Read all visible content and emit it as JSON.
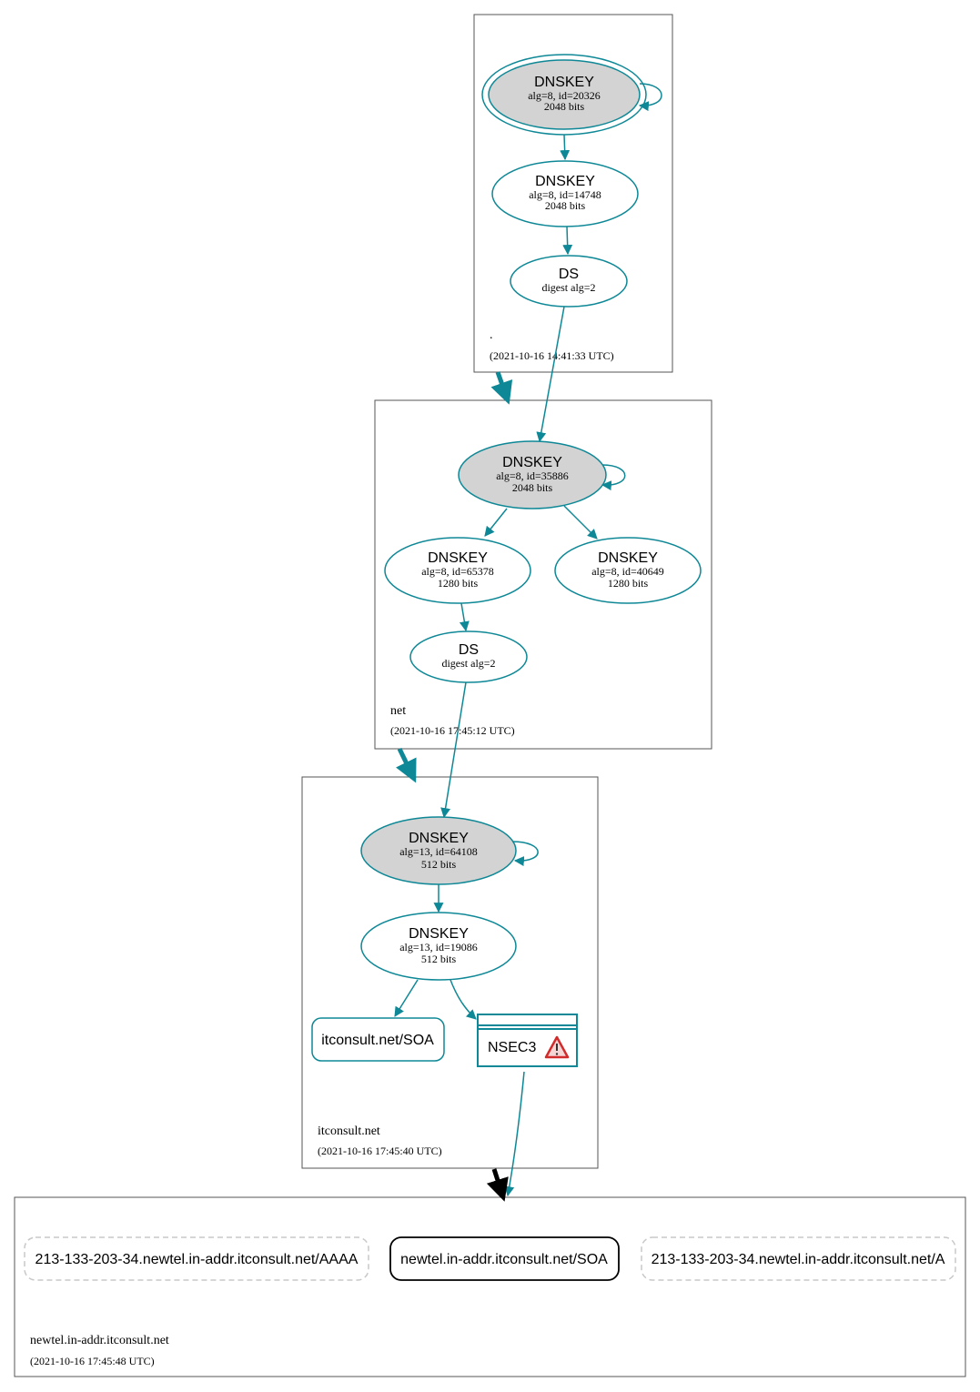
{
  "colors": {
    "accent": "#0e8896",
    "ksk_fill": "#d3d3d3",
    "zone_border": "#555555",
    "dashed_border": "#c8c8c8",
    "warning_red": "#d22b2b",
    "delegation_black": "#000000"
  },
  "zones": {
    "root": {
      "name": ".",
      "timestamp": "(2021-10-16 14:41:33 UTC)",
      "ksk": {
        "title": "DNSKEY",
        "line1": "alg=8, id=20326",
        "line2": "2048 bits"
      },
      "zsk": {
        "title": "DNSKEY",
        "line1": "alg=8, id=14748",
        "line2": "2048 bits"
      },
      "ds": {
        "title": "DS",
        "line1": "digest alg=2"
      }
    },
    "net": {
      "name": "net",
      "timestamp": "(2021-10-16 17:45:12 UTC)",
      "ksk": {
        "title": "DNSKEY",
        "line1": "alg=8, id=35886",
        "line2": "2048 bits"
      },
      "zsk1": {
        "title": "DNSKEY",
        "line1": "alg=8, id=65378",
        "line2": "1280 bits"
      },
      "zsk2": {
        "title": "DNSKEY",
        "line1": "alg=8, id=40649",
        "line2": "1280 bits"
      },
      "ds": {
        "title": "DS",
        "line1": "digest alg=2"
      }
    },
    "itconsult": {
      "name": "itconsult.net",
      "timestamp": "(2021-10-16 17:45:40 UTC)",
      "ksk": {
        "title": "DNSKEY",
        "line1": "alg=13, id=64108",
        "line2": "512 bits"
      },
      "zsk": {
        "title": "DNSKEY",
        "line1": "alg=13, id=19086",
        "line2": "512 bits"
      },
      "soa": "itconsult.net/SOA",
      "nsec3": "NSEC3"
    },
    "newtel": {
      "name": "newtel.in-addr.itconsult.net",
      "timestamp": "(2021-10-16 17:45:48 UTC)",
      "aaaa": "213-133-203-34.newtel.in-addr.itconsult.net/AAAA",
      "soa": "newtel.in-addr.itconsult.net/SOA",
      "a": "213-133-203-34.newtel.in-addr.itconsult.net/A"
    }
  }
}
